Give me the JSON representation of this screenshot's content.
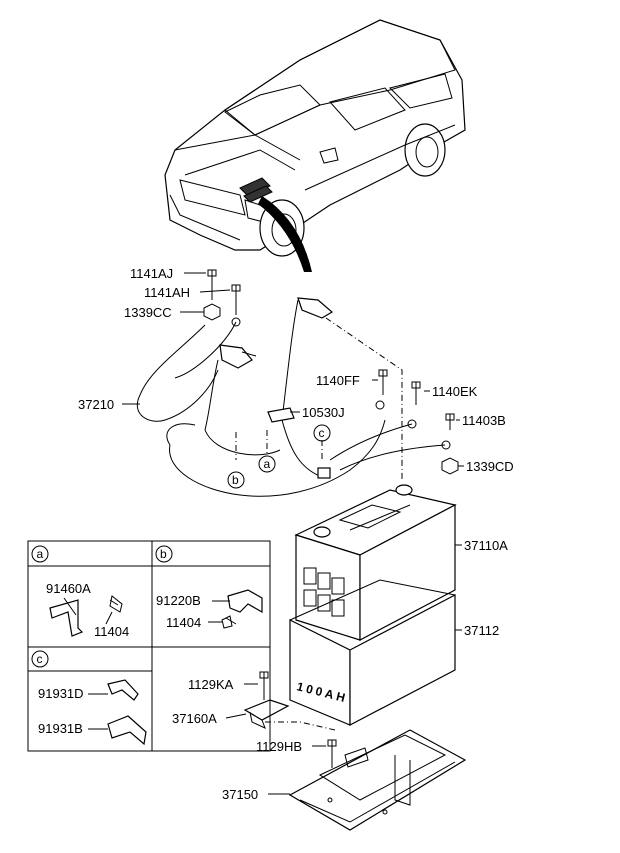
{
  "callouts": {
    "c1141AJ": "1141AJ",
    "c1141AH": "1141AH",
    "c1339CC": "1339CC",
    "c37210": "37210",
    "c1140FF": "1140FF",
    "c1140EK": "1140EK",
    "c11403B": "11403B",
    "c10530J": "10530J",
    "c1339CD": "1339CD",
    "c37110A": "37110A",
    "c37112": "37112",
    "c1129KA": "1129KA",
    "c37160A": "37160A",
    "c1129HB": "1129HB",
    "c37150": "37150"
  },
  "markers": {
    "a": "a",
    "b": "b",
    "c": "c"
  },
  "battery_mark": "100AH",
  "detail_boxes": {
    "a": {
      "letter": "a",
      "part1": "91460A",
      "part2": "11404"
    },
    "b": {
      "letter": "b",
      "part1": "91220B",
      "part2": "11404"
    },
    "c": {
      "letter": "c",
      "part1": "91931D",
      "part2": "91931B"
    }
  }
}
